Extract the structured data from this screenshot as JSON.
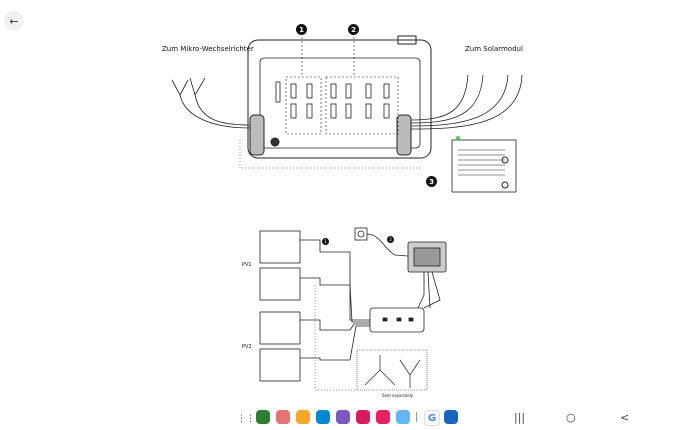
{
  "header": {
    "back_icon": "arrow-left-icon"
  },
  "diagram_top": {
    "label_left": "Zum Mikro-Wechselrichter",
    "label_right": "Zum Solarmodul",
    "callouts": [
      "1",
      "2",
      "3"
    ]
  },
  "diagram_bottom": {
    "pv1_label": "PV1",
    "pv2_label": "PV2",
    "callouts": [
      "1",
      "2"
    ],
    "caption": "Sold separately"
  },
  "taskbar": {
    "apps": [
      {
        "name": "apps-grid-icon",
        "color": "#555555"
      },
      {
        "name": "app-green-icon",
        "color": "#2e7d32"
      },
      {
        "name": "app-photos-icon",
        "color": "#e57373"
      },
      {
        "name": "app-files-icon",
        "color": "#f9a825"
      },
      {
        "name": "app-blue-icon",
        "color": "#0288d1"
      },
      {
        "name": "app-purple-icon",
        "color": "#7e57c2"
      },
      {
        "name": "app-pink-icon",
        "color": "#d81b60"
      },
      {
        "name": "app-notes-icon",
        "color": "#64b5f6"
      },
      {
        "name": "google-icon",
        "color": "#4285f4"
      },
      {
        "name": "app-mail-icon",
        "color": "#1565c0"
      }
    ],
    "nav": {
      "recents": "|||",
      "home": "○",
      "back": "<"
    }
  }
}
